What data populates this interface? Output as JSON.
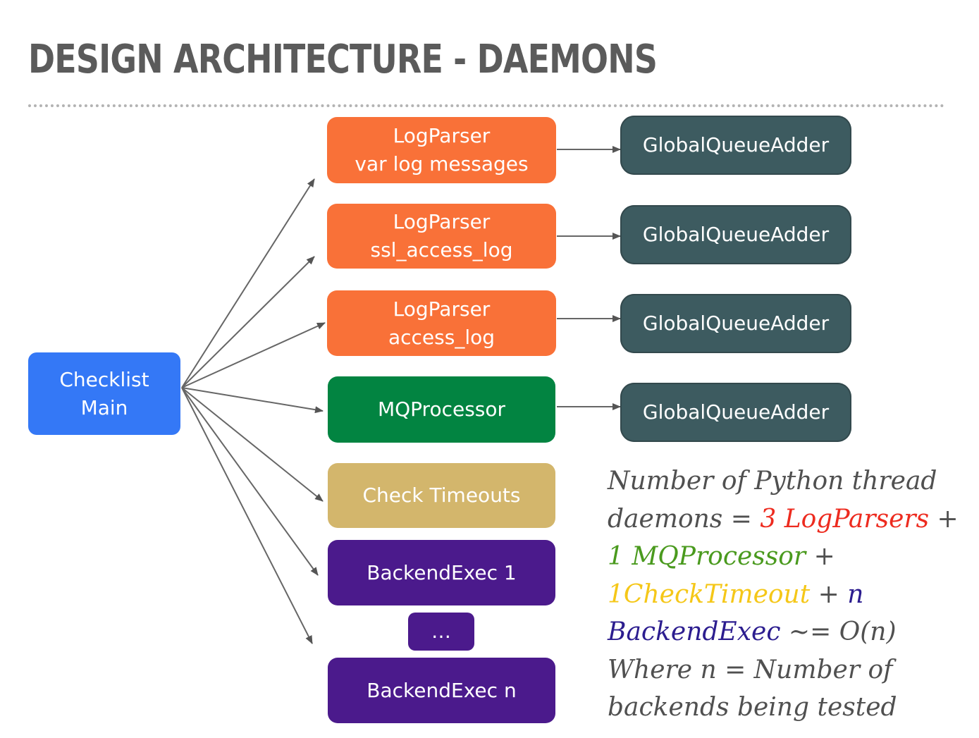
{
  "title": "DESIGN ARCHITECTURE - DAEMONS",
  "main_box": {
    "line1": "Checklist",
    "line2": "Main"
  },
  "log_parsers": [
    {
      "line1": "LogParser",
      "line2": "var log messages"
    },
    {
      "line1": "LogParser",
      "line2": "ssl_access_log"
    },
    {
      "line1": "LogParser",
      "line2": "access_log"
    }
  ],
  "mq_processor": "MQProcessor",
  "check_timeouts": "Check Timeouts",
  "backend_exec_1": "BackendExec 1",
  "ellipsis": "…",
  "backend_exec_n": "BackendExec n",
  "queue_adders": [
    "GlobalQueueAdder",
    "GlobalQueueAdder",
    "GlobalQueueAdder",
    "GlobalQueueAdder"
  ],
  "note": {
    "part1": "Number of Python thread daemons = ",
    "logparsers": "3 LogParsers",
    "plus1": " + ",
    "mq": "1 MQProcessor",
    "plus2": " + ",
    "check": "1CheckTimeout",
    "plus3": " + ",
    "backend": "n BackendExec",
    "part2": " ~= O(n) Where n = Number of backends being tested"
  },
  "colors": {
    "orange": "#f97138",
    "green": "#028441",
    "tan": "#d3b66c",
    "purple": "#4b1a8c",
    "blue": "#3478f6",
    "teal": "#3d5b60",
    "note_red": "#ed2b1f",
    "note_green": "#4a9a1e",
    "note_yellow": "#f5c718",
    "note_purple": "#2c1d8f"
  }
}
